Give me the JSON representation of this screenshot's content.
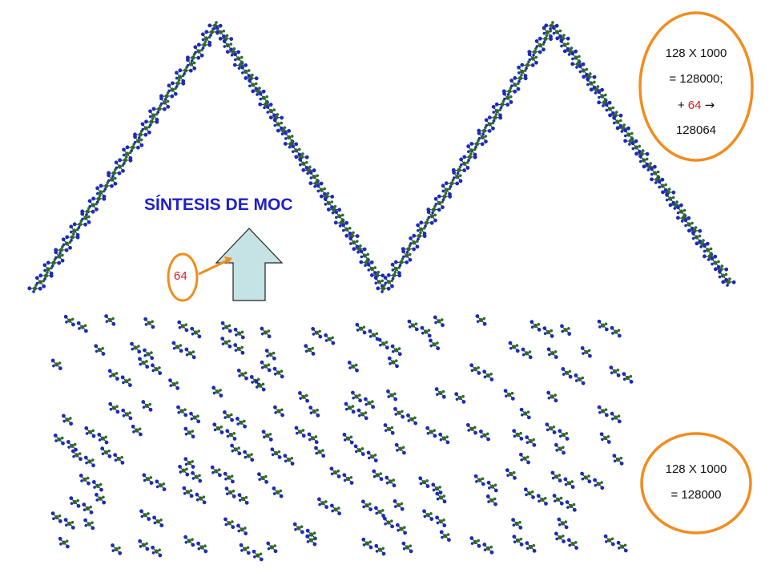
{
  "title": "SÍNTESIS DE MOC",
  "small_label": "64",
  "top_box": {
    "line1": "128 X 1000",
    "line2": "= 128000;",
    "line3_prefix": "+",
    "line3_value": "64",
    "line3_arrow": "→",
    "line4": "128064"
  },
  "bottom_box": {
    "line1": "128 X 1000",
    "line2": "= 128000"
  },
  "colors": {
    "title": "#1f1fcc",
    "ellipse": "#f28c1c",
    "red": "#e01b1b",
    "block_arrow": "#c5e2e4",
    "molecule_blue": "#1c2bb8",
    "molecule_green": "#2e6b2a"
  },
  "icons": [
    "molecule-icon",
    "up-block-arrow",
    "pointer-arrow"
  ]
}
